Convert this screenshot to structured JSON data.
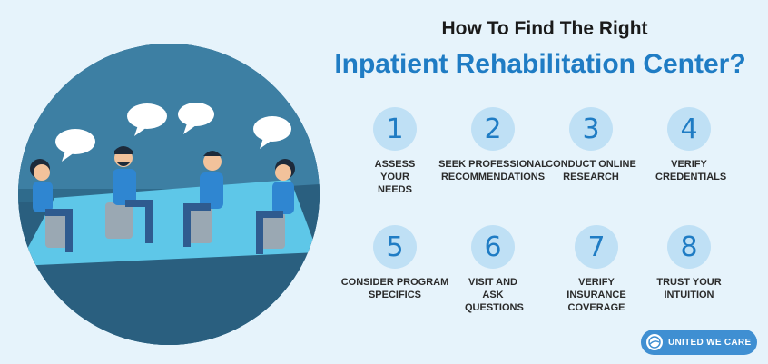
{
  "heading": {
    "line1": "How To Find The Right",
    "line2": "Inpatient Rehabilitation Center?"
  },
  "steps": [
    {
      "number": "1",
      "label": "Assess your needs"
    },
    {
      "number": "2",
      "label": "Seek professional recommendations"
    },
    {
      "number": "3",
      "label": "Conduct online research"
    },
    {
      "number": "4",
      "label": "Verify credentials"
    },
    {
      "number": "5",
      "label": "Consider program specifics"
    },
    {
      "number": "6",
      "label": "Visit and ask questions"
    },
    {
      "number": "7",
      "label": "Verify insurance coverage"
    },
    {
      "number": "8",
      "label": "Trust your intuition"
    }
  ],
  "brand": {
    "name": "UNITED WE CARE"
  },
  "colors": {
    "accent": "#1f7cc4",
    "circle_fill": "#bfe0f5",
    "background": "#e6f3fb",
    "brand_pill": "#3f8fd2"
  },
  "illustration": {
    "subject": "group-therapy-session-icon"
  }
}
